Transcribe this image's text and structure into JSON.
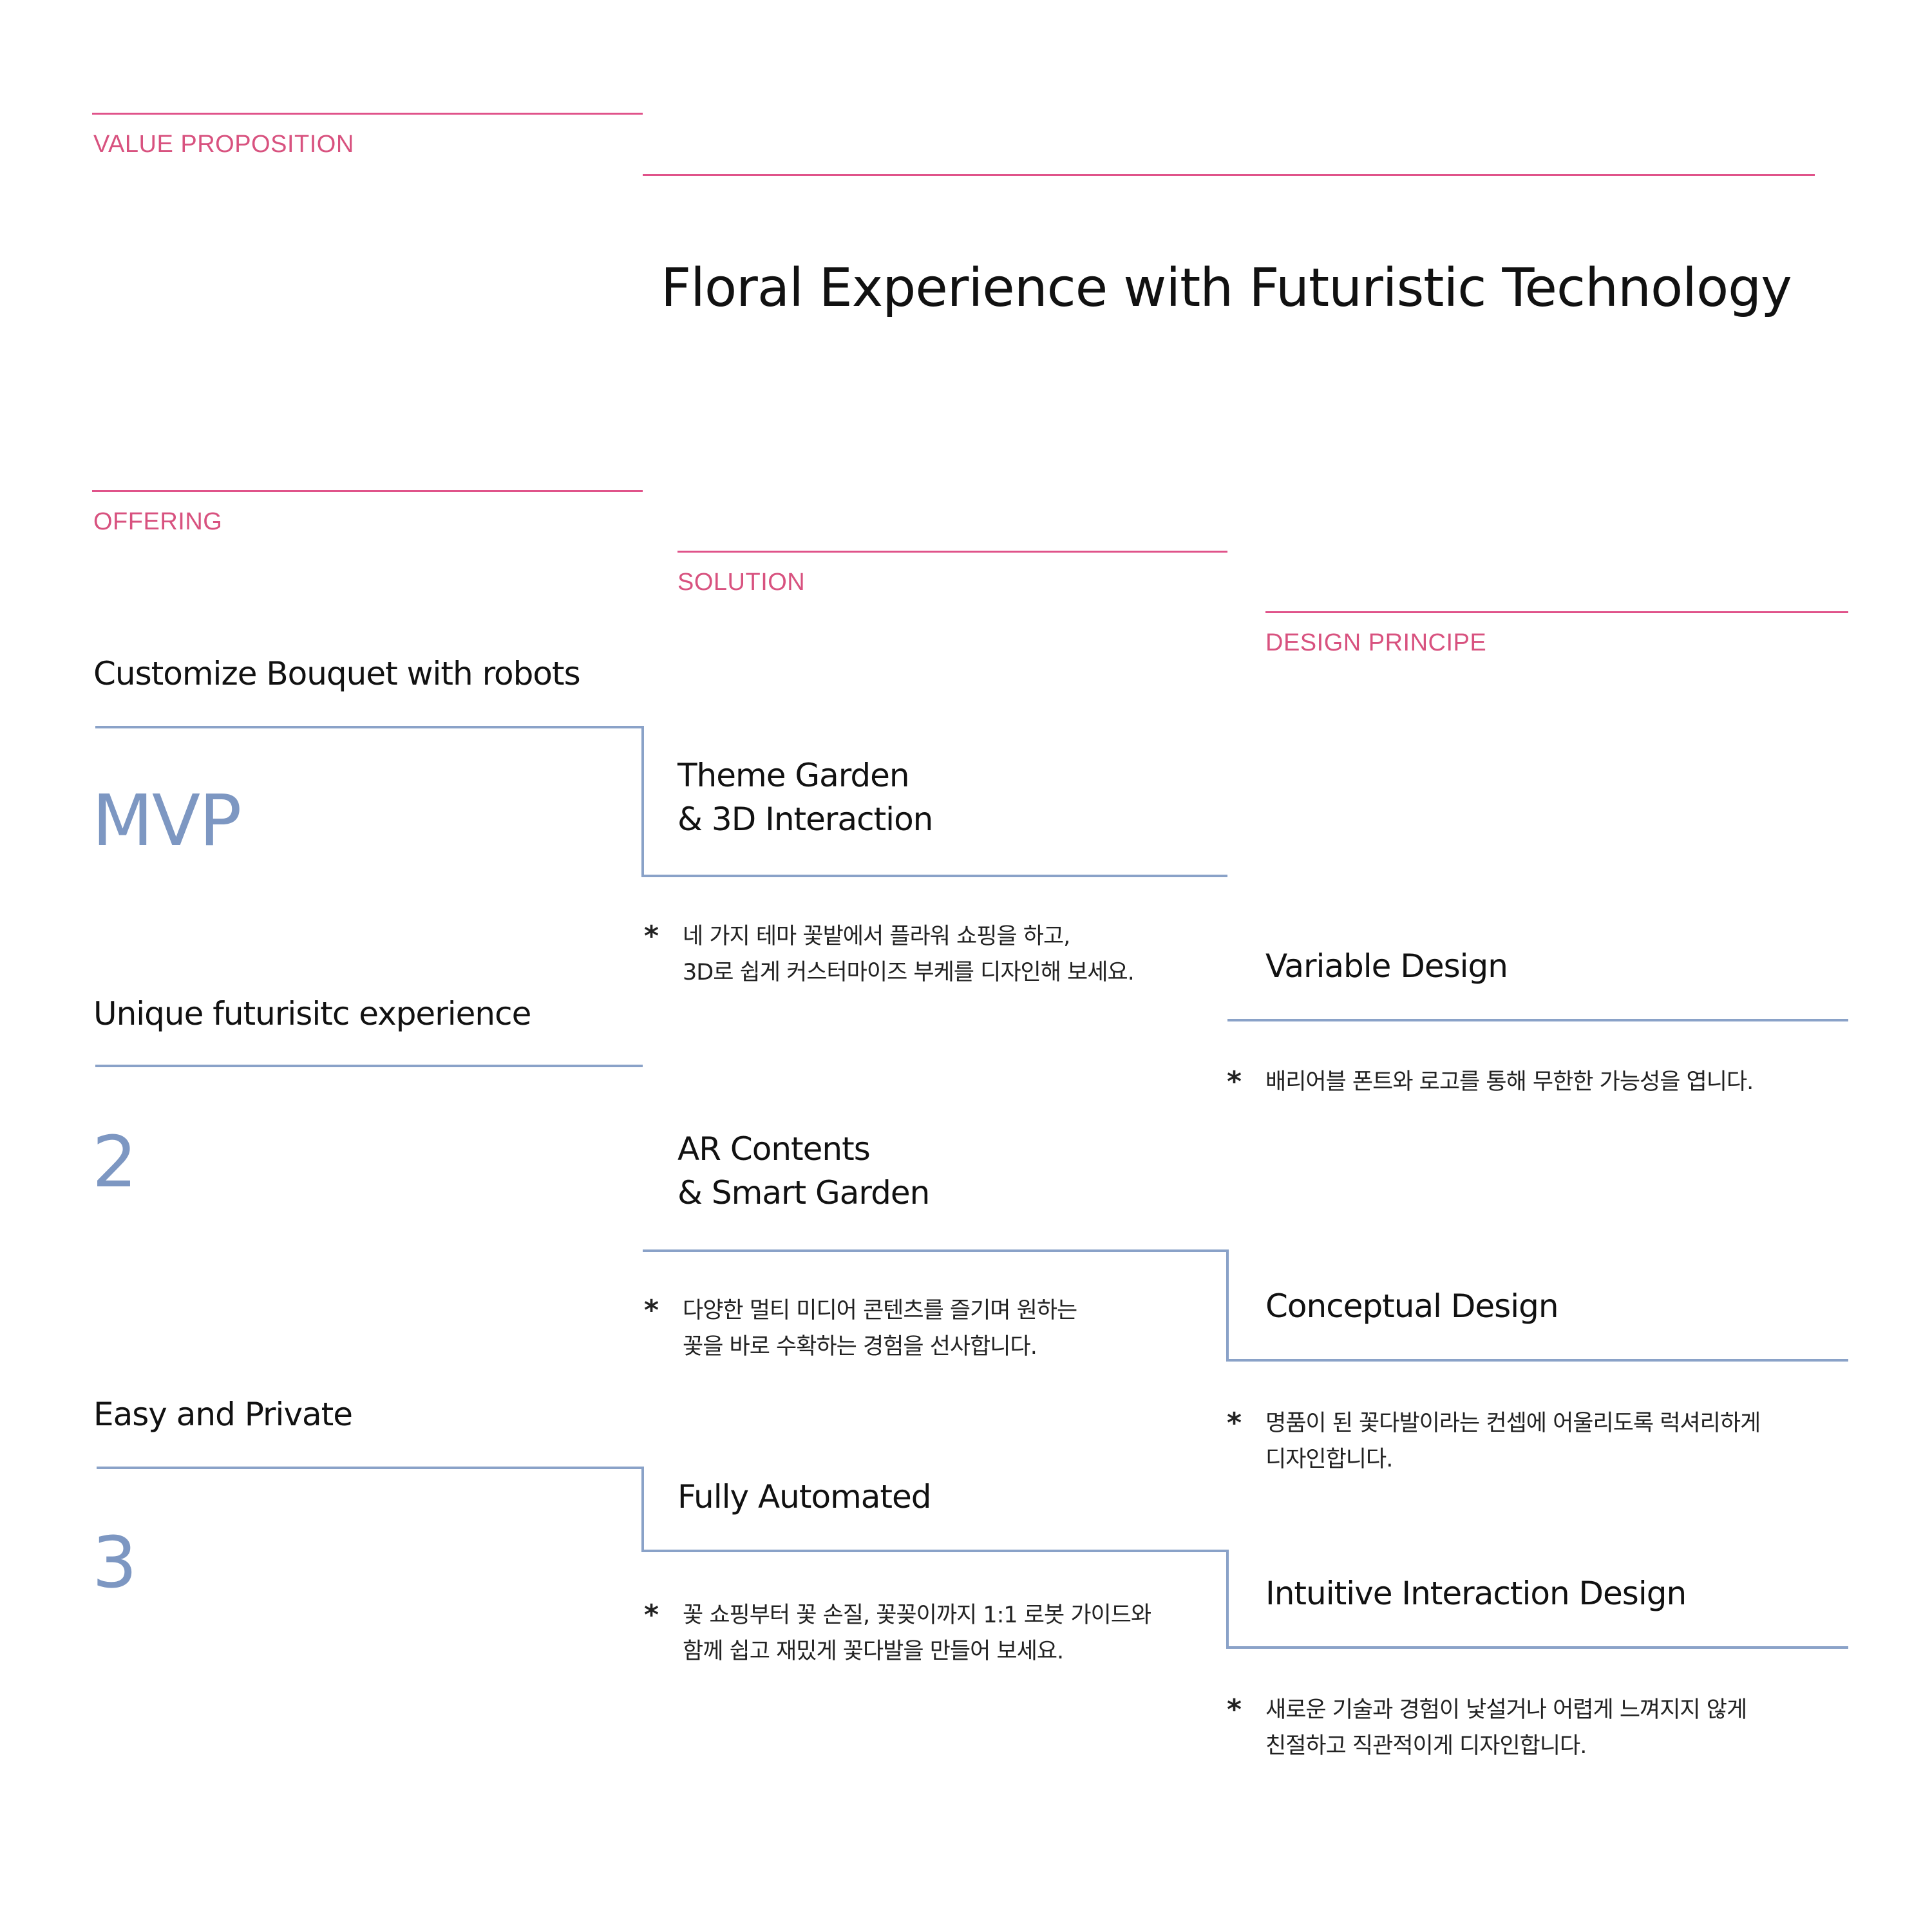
{
  "header": {
    "value_label": "VALUE PROPOSITION",
    "title": "Floral Experience with Futuristic Technology"
  },
  "columns": {
    "offering_label": "OFFERING",
    "solution_label": "SOLUTION",
    "design_label": "DESIGN PRINCIPE"
  },
  "offering": [
    {
      "title": "Customize Bouquet with robots",
      "number": "MVP"
    },
    {
      "title": "Unique futurisitc experience",
      "number": "2"
    },
    {
      "title": "Easy and Private",
      "number": "3"
    }
  ],
  "solution": [
    {
      "title": "Theme Garden\n& 3D Interaction",
      "note_line1": "네 가지 테마 꽃밭에서 플라워 쇼핑을 하고,",
      "note_line2": "3D로 쉽게 커스터마이즈 부케를 디자인해 보세요."
    },
    {
      "title": "AR Contents\n& Smart Garden",
      "note_line1": "다양한 멀티 미디어 콘텐츠를 즐기며 원하는",
      "note_line2": "꽃을 바로 수확하는 경험을 선사합니다."
    },
    {
      "title": "Fully Automated",
      "note_line1": "꽃 쇼핑부터 꽃 손질, 꽃꽂이까지 1:1 로봇 가이드와",
      "note_line2": "함께 쉽고 재밌게 꽃다발을 만들어 보세요."
    }
  ],
  "design": [
    {
      "title": "Variable Design",
      "note_line1": "배리어블 폰트와 로고를 통해 무한한 가능성을 엽니다.",
      "note_line2": ""
    },
    {
      "title": "Conceptual Design",
      "note_line1": "명품이 된 꽃다발이라는 컨셉에 어울리도록 럭셔리하게",
      "note_line2": "디자인합니다."
    },
    {
      "title": "Intuitive Interaction Design",
      "note_line1": "새로운 기술과 경험이 낯설거나 어렵게 느껴지지 않게",
      "note_line2": "친절하고 직관적이게 디자인합니다."
    }
  ],
  "note_marker": "*",
  "colors": {
    "accent_pink": "#e0538a",
    "frame_blue": "#7d97c2"
  }
}
